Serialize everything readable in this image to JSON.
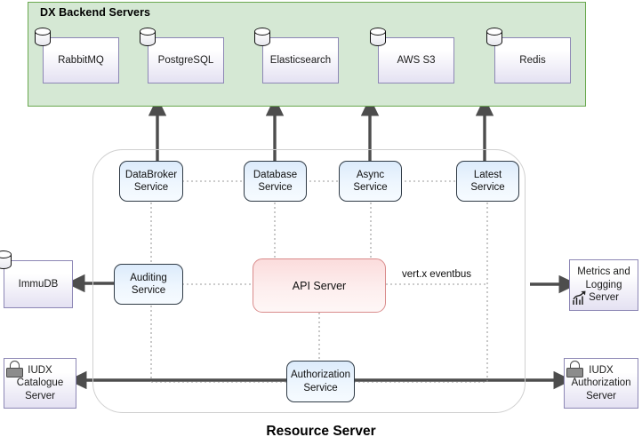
{
  "diagram": {
    "title": "Resource Server",
    "backend_region": {
      "label": "DX Backend Servers",
      "fill": "#d5e8d4",
      "stroke": "#6aa84f",
      "nodes": [
        {
          "label": "RabbitMQ",
          "icon": "database-cylinder-icon"
        },
        {
          "label": "PostgreSQL",
          "icon": "database-cylinder-icon"
        },
        {
          "label": "Elasticsearch",
          "icon": "database-cylinder-icon"
        },
        {
          "label": "AWS S3",
          "icon": "database-cylinder-icon"
        },
        {
          "label": "Redis",
          "icon": "database-cylinder-icon"
        }
      ]
    },
    "services": [
      {
        "label": "DataBroker\nService",
        "line1": "DataBroker",
        "line2": "Service"
      },
      {
        "label": "Database\nService",
        "line1": "Database",
        "line2": "Service"
      },
      {
        "label": "Async\nService",
        "line1": "Async",
        "line2": "Service"
      },
      {
        "label": "Latest\nService",
        "line1": "Latest",
        "line2": "Service"
      },
      {
        "label": "Auditing\nService",
        "line1": "Auditing",
        "line2": "Service"
      },
      {
        "label": "Authorization\nService",
        "line1": "Authorization",
        "line2": "Service"
      }
    ],
    "api_server": {
      "label": "API Server",
      "fill": "#fbdcdc",
      "stroke": "#d98b8b"
    },
    "eventbus_label": "vert.x eventbus",
    "external_nodes": [
      {
        "label": "ImmuDB",
        "icon": "database-cylinder-icon"
      },
      {
        "line1": "Metrics and",
        "line2": "Logging",
        "line3": "Server",
        "icon": "chart-icon"
      },
      {
        "line1": "IUDX",
        "line2": "Catalogue",
        "line3": "Server",
        "icon": "lock-icon"
      },
      {
        "line1": "IUDX",
        "line2": "Authorization",
        "line3": "Server",
        "icon": "lock-icon"
      }
    ],
    "colors": {
      "service_fill": "#dcebfb",
      "service_stroke": "#2f3a45",
      "node_stroke": "#8d87b5",
      "arrow": "#4d4d4d",
      "container_stroke": "#d0d0d0"
    }
  }
}
